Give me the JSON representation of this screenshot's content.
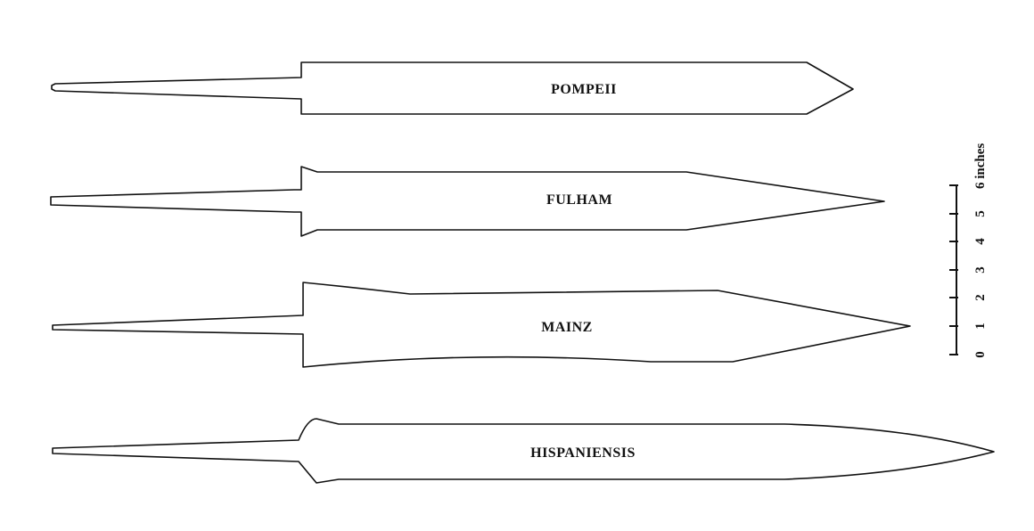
{
  "swords": [
    {
      "id": "pompeii",
      "label": "POMPEII"
    },
    {
      "id": "fulham",
      "label": "FULHAM"
    },
    {
      "id": "mainz",
      "label": "MAINZ"
    },
    {
      "id": "hispaniensis",
      "label": "HISPANIENSIS"
    }
  ],
  "scale": {
    "title": "6 inches",
    "ticks": [
      "0",
      "1",
      "2",
      "3",
      "4",
      "5"
    ]
  }
}
